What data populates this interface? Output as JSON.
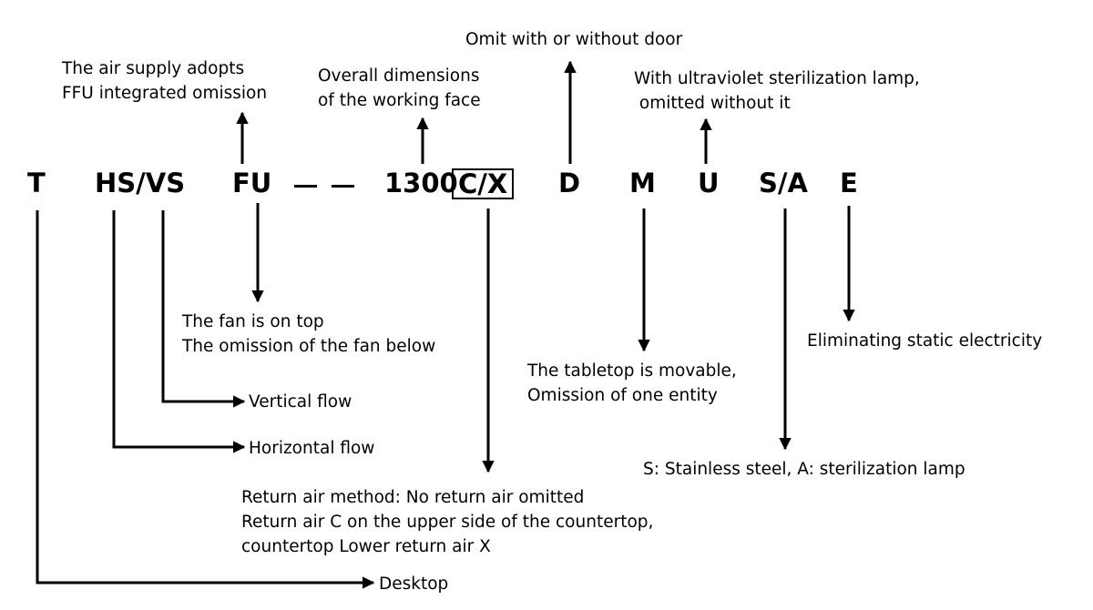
{
  "code": {
    "t": "T",
    "hs_vs": "HS/VS",
    "fu": "FU",
    "size": "1300",
    "cx": "C/X",
    "d": "D",
    "m": "M",
    "u": "U",
    "sa": "S/A",
    "e": "E"
  },
  "notes": {
    "ffu": [
      "The air supply adopts",
      "FFU integrated omission"
    ],
    "dimensions": [
      "Overall dimensions",
      "of the working face"
    ],
    "door": [
      "Omit with or without door"
    ],
    "uv": [
      "With ultraviolet sterilization lamp,",
      " omitted without it"
    ],
    "fan": [
      "The fan is on top",
      "The omission of the fan below"
    ],
    "static": [
      "Eliminating static electricity"
    ],
    "tabletop": [
      "The tabletop is movable,",
      "Omission of one entity"
    ],
    "vertical": [
      "Vertical flow"
    ],
    "horizontal": [
      "Horizontal flow"
    ],
    "steel": [
      "S: Stainless steel, A: sterilization lamp"
    ],
    "return_air": [
      "Return air method: No return air omitted",
      "Return air C on the upper side of the countertop,",
      "countertop Lower return air X"
    ],
    "desktop": [
      "Desktop"
    ]
  },
  "colors": {
    "ink": "#000000",
    "background": "#ffffff"
  }
}
